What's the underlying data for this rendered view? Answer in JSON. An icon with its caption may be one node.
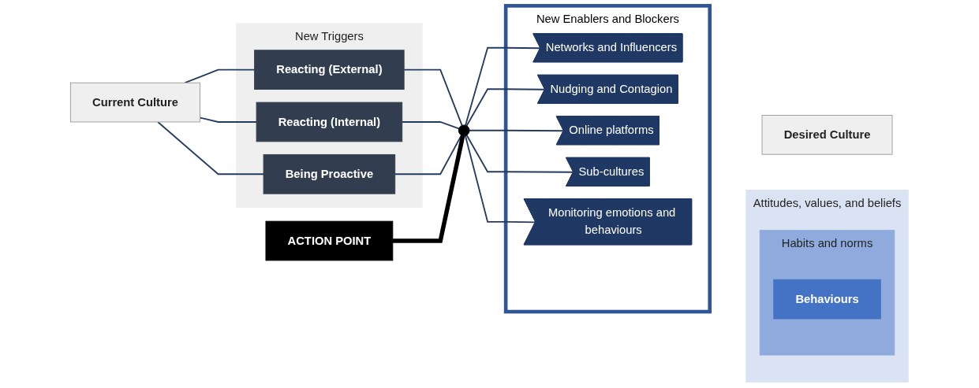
{
  "diagram": {
    "nodes": [
      {
        "text": [
          "Current Culture"
        ]
      },
      {
        "text": [
          "New Triggers"
        ]
      },
      {
        "text": [
          "Reacting (External)"
        ],
        "in": 1
      },
      {
        "text": [
          "Reacting (Internal)"
        ],
        "in": 1
      },
      {
        "text": [
          "Being Proactive"
        ],
        "in": 1
      },
      {
        "text": [],
        "shape": "circle"
      },
      {
        "text": [
          "ACTION POINT"
        ]
      },
      {
        "text": [
          "New Enablers and Blockers"
        ]
      },
      {
        "text": [
          "Networks and Influencers"
        ],
        "in": 7
      },
      {
        "text": [
          "Nudging and Contagion"
        ],
        "in": 7
      },
      {
        "text": [
          "Online platforms"
        ],
        "in": 7
      },
      {
        "text": [
          "Sub-cultures"
        ],
        "in": 7
      },
      {
        "text": [
          "Monitoring emotions and behaviours"
        ],
        "in": 7
      },
      {
        "text": [
          "Attitudes, values, and beliefs"
        ]
      },
      {
        "text": [
          "Habits and norms"
        ],
        "in": 13
      },
      {
        "text": [
          "Behaviours"
        ],
        "in": 14
      },
      {
        "text": [
          "Desired Culture"
        ]
      }
    ],
    "edges": [
      {
        "from": 0,
        "to": 2,
        "arrow": "none"
      },
      {
        "from": 0,
        "to": 3,
        "arrow": "none"
      },
      {
        "from": 0,
        "to": 4,
        "arrow": "none"
      },
      {
        "from": 2,
        "to": 5,
        "arrow": "none"
      },
      {
        "from": 3,
        "to": 5,
        "arrow": "none"
      },
      {
        "from": 4,
        "to": 5,
        "arrow": "none"
      },
      {
        "from": 6,
        "to": 5,
        "arrow": "none",
        "style": "thick",
        "color": "#000000"
      },
      {
        "from": 5,
        "to": 8,
        "arrow": "none"
      },
      {
        "from": 5,
        "to": 9,
        "arrow": "none"
      },
      {
        "from": 5,
        "to": 10,
        "arrow": "none"
      },
      {
        "from": 5,
        "to": 11,
        "arrow": "none"
      },
      {
        "from": 5,
        "to": 12,
        "arrow": "none"
      }
    ]
  }
}
